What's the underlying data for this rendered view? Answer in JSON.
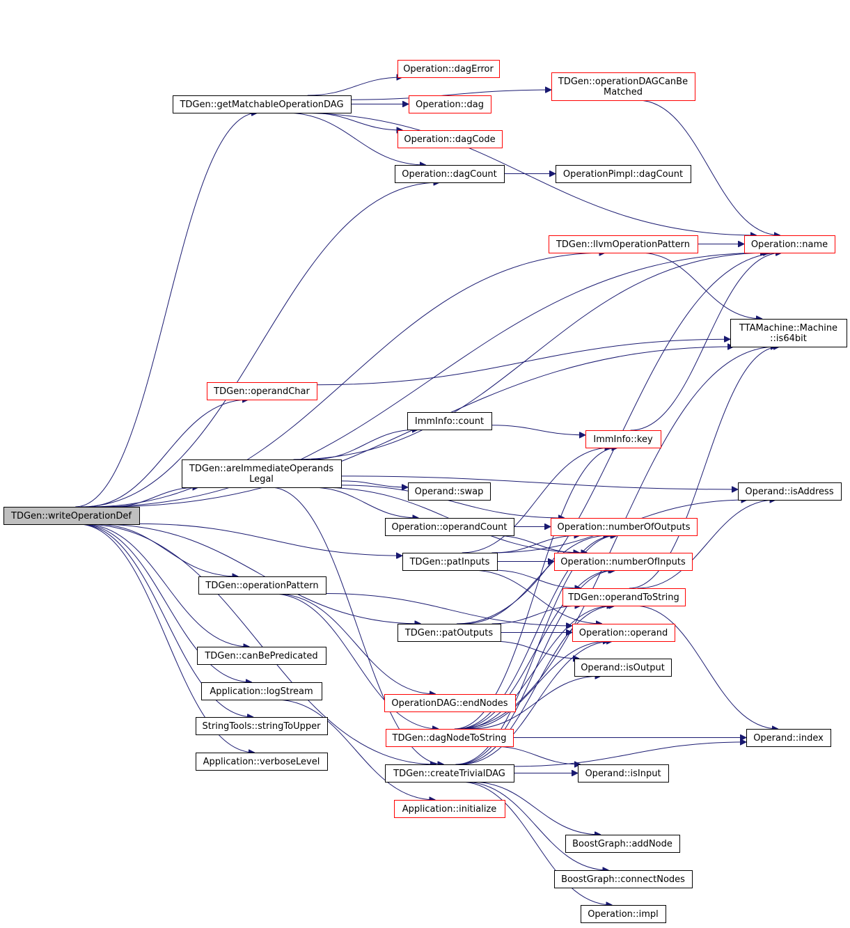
{
  "colors": {
    "edge": "#191970",
    "border_normal": "#000000",
    "border_truncated": "#ff0000",
    "root_fill": "#bfbfbf",
    "node_fill": "#ffffff"
  },
  "nodes": {
    "writeOperationDef": {
      "lines": [
        "TDGen::writeOperationDef"
      ],
      "style": "root"
    },
    "getMatchableOperationDAG": {
      "lines": [
        "TDGen::getMatchableOperationDAG"
      ],
      "style": "normal"
    },
    "dagError": {
      "lines": [
        "Operation::dagError"
      ],
      "style": "truncated"
    },
    "dag": {
      "lines": [
        "Operation::dag"
      ],
      "style": "truncated"
    },
    "dagCode": {
      "lines": [
        "Operation::dagCode"
      ],
      "style": "truncated"
    },
    "dagCount": {
      "lines": [
        "Operation::dagCount"
      ],
      "style": "normal"
    },
    "pimplDagCount": {
      "lines": [
        "OperationPimpl::dagCount"
      ],
      "style": "normal"
    },
    "operationDAGCanBeMatched": {
      "lines": [
        "TDGen::operationDAGCanBe",
        "Matched"
      ],
      "style": "truncated"
    },
    "opName": {
      "lines": [
        "Operation::name"
      ],
      "style": "truncated"
    },
    "llvmOperationPattern": {
      "lines": [
        "TDGen::llvmOperationPattern"
      ],
      "style": "truncated"
    },
    "is64bit": {
      "lines": [
        "TTAMachine::Machine",
        "::is64bit"
      ],
      "style": "normal"
    },
    "operandChar": {
      "lines": [
        "TDGen::operandChar"
      ],
      "style": "truncated"
    },
    "immCount": {
      "lines": [
        "ImmInfo::count"
      ],
      "style": "normal"
    },
    "immKey": {
      "lines": [
        "ImmInfo::key"
      ],
      "style": "truncated"
    },
    "areImmediateOperandsLegal": {
      "lines": [
        "TDGen::areImmediateOperands",
        "Legal"
      ],
      "style": "normal"
    },
    "operandSwap": {
      "lines": [
        "Operand::swap"
      ],
      "style": "normal"
    },
    "isAddress": {
      "lines": [
        "Operand::isAddress"
      ],
      "style": "normal"
    },
    "operandCount": {
      "lines": [
        "Operation::operandCount"
      ],
      "style": "normal"
    },
    "numberOfOutputs": {
      "lines": [
        "Operation::numberOfOutputs"
      ],
      "style": "truncated"
    },
    "patInputs": {
      "lines": [
        "TDGen::patInputs"
      ],
      "style": "normal"
    },
    "numberOfInputs": {
      "lines": [
        "Operation::numberOfInputs"
      ],
      "style": "truncated"
    },
    "operationPattern": {
      "lines": [
        "TDGen::operationPattern"
      ],
      "style": "normal"
    },
    "operandToString": {
      "lines": [
        "TDGen::operandToString"
      ],
      "style": "truncated"
    },
    "patOutputs": {
      "lines": [
        "TDGen::patOutputs"
      ],
      "style": "normal"
    },
    "opOperand": {
      "lines": [
        "Operation::operand"
      ],
      "style": "truncated"
    },
    "canBePredicated": {
      "lines": [
        "TDGen::canBePredicated"
      ],
      "style": "normal"
    },
    "isOutput": {
      "lines": [
        "Operand::isOutput"
      ],
      "style": "normal"
    },
    "logStream": {
      "lines": [
        "Application::logStream"
      ],
      "style": "normal"
    },
    "endNodes": {
      "lines": [
        "OperationDAG::endNodes"
      ],
      "style": "truncated"
    },
    "stringToUpper": {
      "lines": [
        "StringTools::stringToUpper"
      ],
      "style": "normal"
    },
    "dagNodeToString": {
      "lines": [
        "TDGen::dagNodeToString"
      ],
      "style": "truncated"
    },
    "operandIndex": {
      "lines": [
        "Operand::index"
      ],
      "style": "normal"
    },
    "verboseLevel": {
      "lines": [
        "Application::verboseLevel"
      ],
      "style": "normal"
    },
    "createTrivialDAG": {
      "lines": [
        "TDGen::createTrivialDAG"
      ],
      "style": "normal"
    },
    "isInput": {
      "lines": [
        "Operand::isInput"
      ],
      "style": "normal"
    },
    "initialize": {
      "lines": [
        "Application::initialize"
      ],
      "style": "truncated"
    },
    "addNode": {
      "lines": [
        "BoostGraph::addNode"
      ],
      "style": "normal"
    },
    "connectNodes": {
      "lines": [
        "BoostGraph::connectNodes"
      ],
      "style": "normal"
    },
    "impl": {
      "lines": [
        "Operation::impl"
      ],
      "style": "normal"
    }
  },
  "edges": [
    [
      "writeOperationDef",
      "getMatchableOperationDAG"
    ],
    [
      "writeOperationDef",
      "dagCount"
    ],
    [
      "writeOperationDef",
      "opName"
    ],
    [
      "writeOperationDef",
      "llvmOperationPattern"
    ],
    [
      "writeOperationDef",
      "is64bit"
    ],
    [
      "writeOperationDef",
      "operandChar"
    ],
    [
      "writeOperationDef",
      "areImmediateOperandsLegal"
    ],
    [
      "writeOperationDef",
      "patInputs"
    ],
    [
      "writeOperationDef",
      "operationPattern"
    ],
    [
      "writeOperationDef",
      "patOutputs"
    ],
    [
      "writeOperationDef",
      "canBePredicated"
    ],
    [
      "writeOperationDef",
      "logStream"
    ],
    [
      "writeOperationDef",
      "stringToUpper"
    ],
    [
      "writeOperationDef",
      "verboseLevel"
    ],
    [
      "writeOperationDef",
      "createTrivialDAG"
    ],
    [
      "getMatchableOperationDAG",
      "dagError"
    ],
    [
      "getMatchableOperationDAG",
      "dag"
    ],
    [
      "getMatchableOperationDAG",
      "dagCode"
    ],
    [
      "getMatchableOperationDAG",
      "dagCount"
    ],
    [
      "getMatchableOperationDAG",
      "operationDAGCanBeMatched"
    ],
    [
      "getMatchableOperationDAG",
      "opName"
    ],
    [
      "dagCount",
      "pimplDagCount"
    ],
    [
      "operationDAGCanBeMatched",
      "opName"
    ],
    [
      "llvmOperationPattern",
      "opName"
    ],
    [
      "llvmOperationPattern",
      "is64bit"
    ],
    [
      "operandChar",
      "is64bit"
    ],
    [
      "areImmediateOperandsLegal",
      "opName"
    ],
    [
      "areImmediateOperandsLegal",
      "immCount"
    ],
    [
      "areImmediateOperandsLegal",
      "isAddress"
    ],
    [
      "areImmediateOperandsLegal",
      "operandSwap"
    ],
    [
      "areImmediateOperandsLegal",
      "numberOfOutputs"
    ],
    [
      "areImmediateOperandsLegal",
      "operandCount"
    ],
    [
      "areImmediateOperandsLegal",
      "numberOfInputs"
    ],
    [
      "areImmediateOperandsLegal",
      "createTrivialDAG"
    ],
    [
      "immCount",
      "immKey"
    ],
    [
      "immKey",
      "opName"
    ],
    [
      "operandCount",
      "numberOfOutputs"
    ],
    [
      "operandCount",
      "numberOfInputs"
    ],
    [
      "patInputs",
      "immKey"
    ],
    [
      "patInputs",
      "isAddress"
    ],
    [
      "patInputs",
      "numberOfOutputs"
    ],
    [
      "patInputs",
      "numberOfInputs"
    ],
    [
      "patInputs",
      "operandToString"
    ],
    [
      "patInputs",
      "opOperand"
    ],
    [
      "operationPattern",
      "opOperand"
    ],
    [
      "operationPattern",
      "endNodes"
    ],
    [
      "operationPattern",
      "dagNodeToString"
    ],
    [
      "operandToString",
      "is64bit"
    ],
    [
      "operandToString",
      "isAddress"
    ],
    [
      "operandToString",
      "operandIndex"
    ],
    [
      "patOutputs",
      "opName"
    ],
    [
      "patOutputs",
      "numberOfOutputs"
    ],
    [
      "patOutputs",
      "operandToString"
    ],
    [
      "patOutputs",
      "opOperand"
    ],
    [
      "patOutputs",
      "isOutput"
    ],
    [
      "logStream",
      "initialize"
    ],
    [
      "dagNodeToString",
      "immKey"
    ],
    [
      "dagNodeToString",
      "is64bit"
    ],
    [
      "dagNodeToString",
      "numberOfOutputs"
    ],
    [
      "dagNodeToString",
      "numberOfInputs"
    ],
    [
      "dagNodeToString",
      "operandToString"
    ],
    [
      "dagNodeToString",
      "opOperand"
    ],
    [
      "dagNodeToString",
      "isOutput"
    ],
    [
      "dagNodeToString",
      "operandIndex"
    ],
    [
      "dagNodeToString",
      "isInput"
    ],
    [
      "createTrivialDAG",
      "numberOfOutputs"
    ],
    [
      "createTrivialDAG",
      "numberOfInputs"
    ],
    [
      "createTrivialDAG",
      "operandToString"
    ],
    [
      "createTrivialDAG",
      "opOperand"
    ],
    [
      "createTrivialDAG",
      "isInput"
    ],
    [
      "createTrivialDAG",
      "operandIndex"
    ],
    [
      "createTrivialDAG",
      "addNode"
    ],
    [
      "createTrivialDAG",
      "connectNodes"
    ],
    [
      "createTrivialDAG",
      "impl"
    ]
  ]
}
